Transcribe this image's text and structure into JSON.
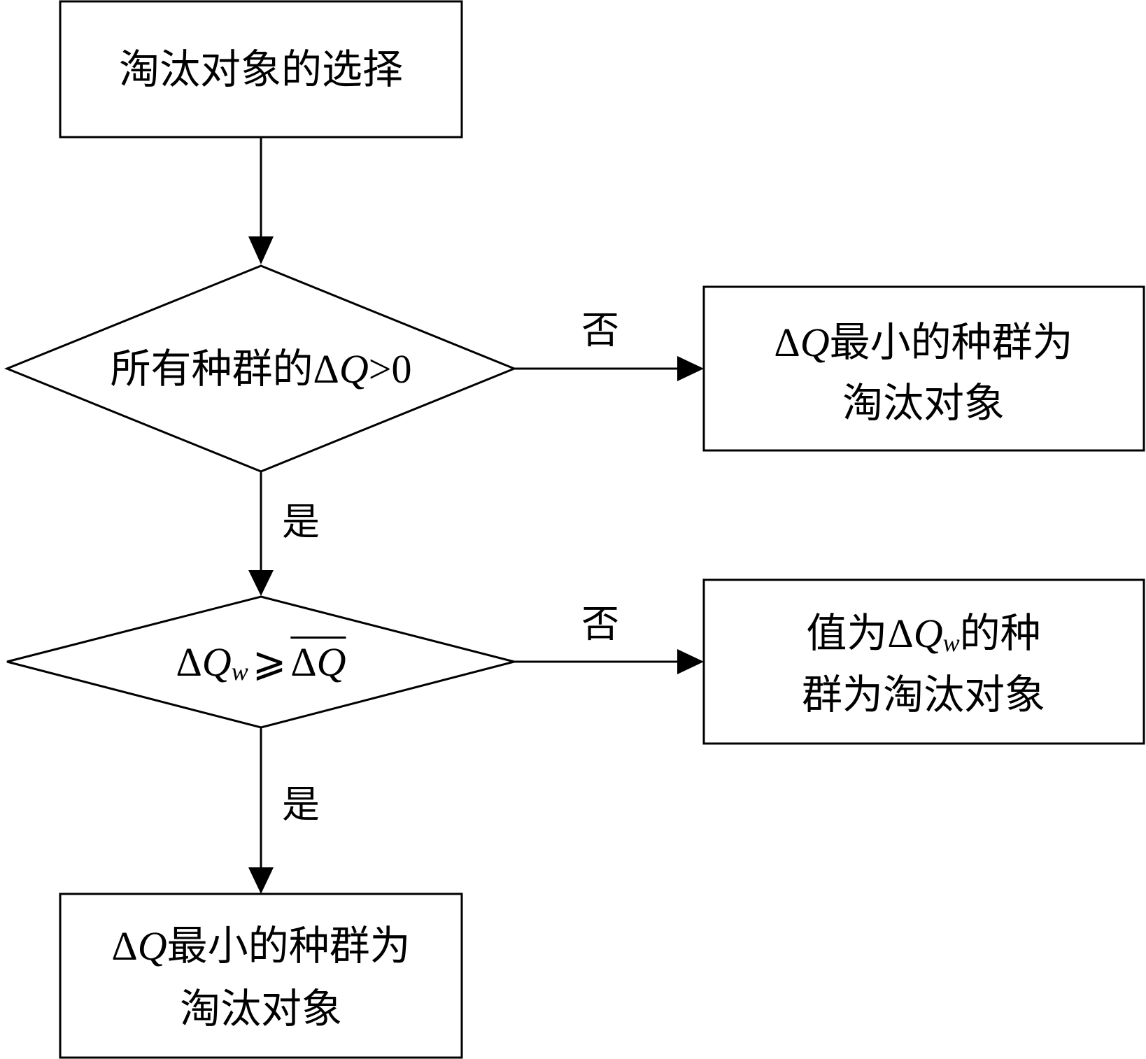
{
  "start": {
    "text": "淘汰对象的选择"
  },
  "decision1": {
    "prefix": "所有种群的",
    "delta": "Δ",
    "var": "Q",
    "suffix": ">0",
    "yes_label": "是",
    "no_label": "否"
  },
  "result1": {
    "delta": "Δ",
    "var": "Q",
    "line1_rest": "最小的种群为",
    "line2": "淘汰对象"
  },
  "decision2": {
    "delta": "Δ",
    "var": "Q",
    "sub": "w",
    "op": "⩾",
    "rhs_delta": "Δ",
    "rhs_var": "Q",
    "yes_label": "是",
    "no_label": "否"
  },
  "result2": {
    "line1_prefix": "值为",
    "delta": "Δ",
    "var": "Q",
    "sub": "w",
    "line1_suffix": "的种",
    "line2": "群为淘汰对象"
  },
  "result3": {
    "delta": "Δ",
    "var": "Q",
    "line1_rest": "最小的种群为",
    "line2": "淘汰对象"
  }
}
